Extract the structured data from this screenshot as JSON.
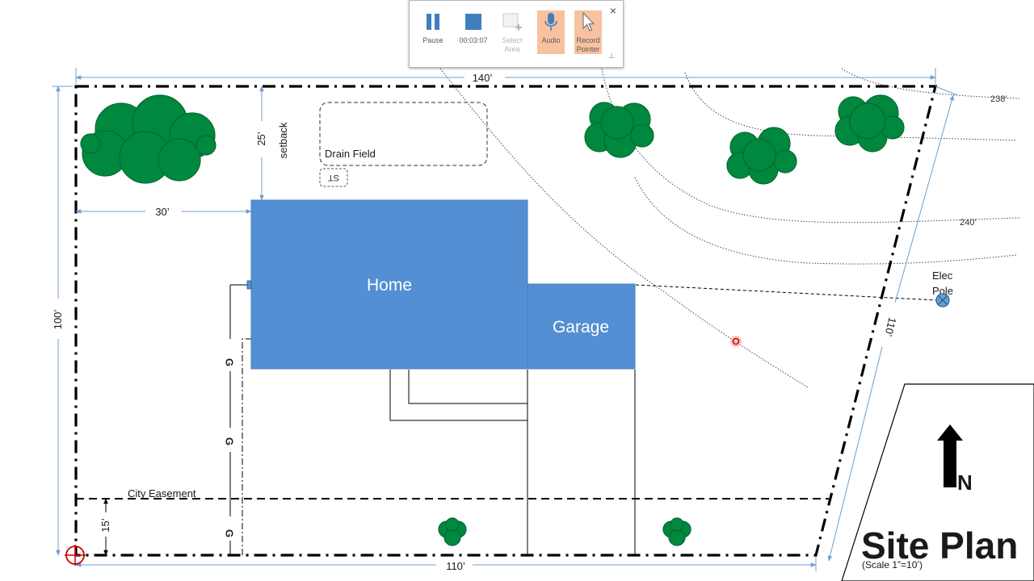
{
  "toolbar": {
    "pause_label": "Pause",
    "timer_label": "00:03:07",
    "select_area_label": "Select Area",
    "audio_label": "Audio",
    "record_pointer_label": "Record Pointer",
    "close_glyph": "×",
    "pin_glyph": "⊥"
  },
  "plan": {
    "title": "Site Plan",
    "scale": "(Scale 1”=10’)",
    "home_label": "Home",
    "garage_label": "Garage",
    "drain_field_label": "Drain Field",
    "septic_tank_label": "ST",
    "setback_label": "setback",
    "city_easement_label": "City Easement",
    "elec_pole_label_line1": "Elec",
    "elec_pole_label_line2": "Pole",
    "north_label": "N",
    "gas_marker": "G",
    "dimensions": {
      "top": "140’",
      "left": "100’",
      "bottom": "110’",
      "right": "110’",
      "setback_depth": "25’",
      "side_setback": "30’",
      "easement_depth": "15’"
    },
    "contours": {
      "upper": "238’",
      "lower": "240’"
    }
  },
  "colors": {
    "building": "#538fd2",
    "tree": "#00883e",
    "tree_outline": "#006b2f",
    "dimension_line": "#6d9fd0",
    "highlight": "#f8c1a0",
    "accent_red": "#cc0000"
  },
  "icons": [
    "pause-icon",
    "stop-icon",
    "select-area-icon",
    "microphone-icon",
    "pointer-icon",
    "close-icon",
    "pin-icon",
    "north-arrow-icon",
    "electric-pole-icon",
    "survey-point-icon"
  ]
}
